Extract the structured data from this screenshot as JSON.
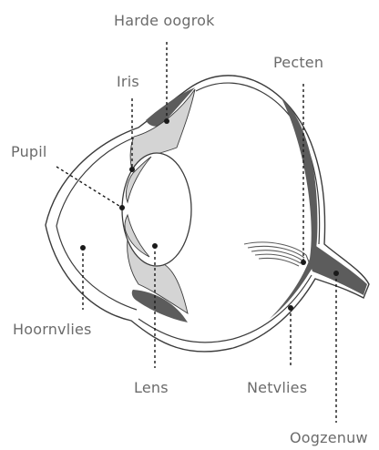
{
  "labels": {
    "harde_oogrok": "Harde oogrok",
    "iris": "Iris",
    "pupil": "Pupil",
    "pecten": "Pecten",
    "hoornvlies": "Hoornvlies",
    "lens": "Lens",
    "netvlies": "Netvlies",
    "oogzenuw": "Oogzenuw"
  },
  "colors": {
    "dark_tissue": "#5c5c5c",
    "light_tissue": "#d4d4d4",
    "outline": "#3c3c3c",
    "label_text": "#6b6b6b",
    "leader_line": "#1a1a1a"
  }
}
